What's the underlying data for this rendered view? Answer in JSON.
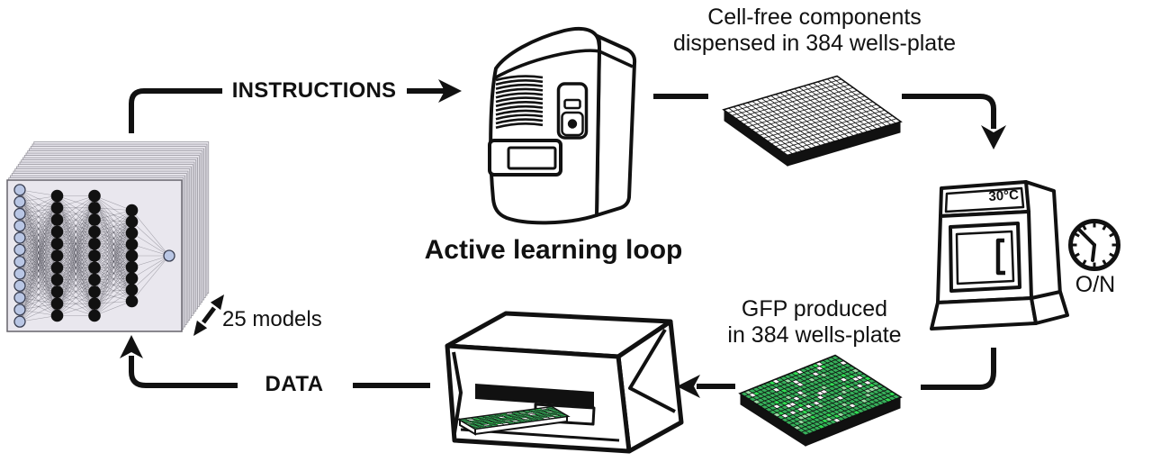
{
  "title": "Active learning loop",
  "labels": {
    "instructions": "INSTRUCTIONS",
    "data": "DATA"
  },
  "captions": {
    "dispense": [
      "Cell-free components",
      "dispensed in 384 wells-plate"
    ],
    "gfp": [
      "GFP produced",
      "in 384 wells-plate"
    ]
  },
  "network": {
    "models_label": "25 models",
    "layers": [
      12,
      11,
      11,
      9,
      1
    ],
    "stack_count": 25
  },
  "incubator": {
    "temperature": "30°C",
    "duration": "O/N"
  },
  "plate": {
    "cols": 24,
    "rows": 16,
    "mini_cols": 16,
    "mini_rows": 8
  },
  "colors": {
    "ink": "#111111",
    "node_fill": "#b9c6e4",
    "node_hidden": "#111111",
    "card_face": "#e9e7ee",
    "card_back": "#efedf3",
    "well_mid": "#36b15a",
    "well_bright": "#2ede52",
    "well_light": "#9adfa6",
    "well_white": "#ffffff"
  }
}
